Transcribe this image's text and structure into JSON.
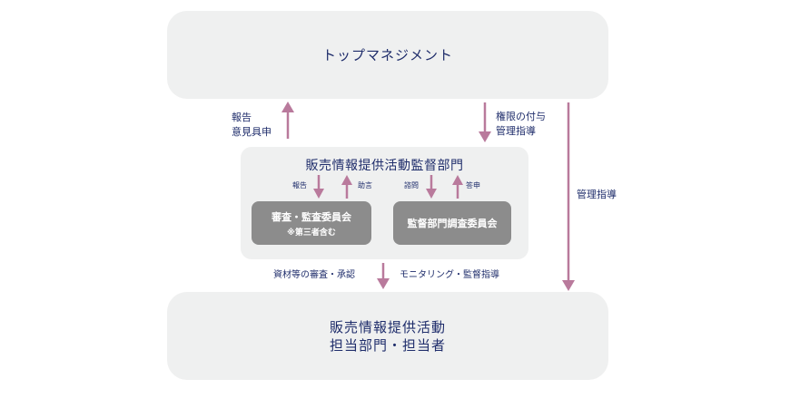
{
  "top_box": {
    "label": "トップマネジメント"
  },
  "mid_box": {
    "title": "販売情報提供活動監督部門",
    "committee_a": {
      "name": "審査・監査委員会",
      "note": "※第三者含む"
    },
    "committee_b": {
      "name": "監督部門調査委員会"
    },
    "labels": {
      "report": "報告",
      "advice": "助言",
      "inquiry": "諮問",
      "response": "答申"
    }
  },
  "bottom_box": {
    "line1": "販売情報提供活動",
    "line2": "担当部門・担当者"
  },
  "arrow_labels": {
    "report": "報告",
    "opinion": "意見具申",
    "authority": "権限の付与",
    "guidance": "管理指導",
    "guidance_right": "管理指導",
    "review": "資材等の審査・承認",
    "monitoring": "モニタリング・監督指導"
  },
  "colors": {
    "arrow": "#b97a9c",
    "box": "#eff0f0",
    "committee": "#8c8c8c",
    "text": "#1f2d6b"
  }
}
